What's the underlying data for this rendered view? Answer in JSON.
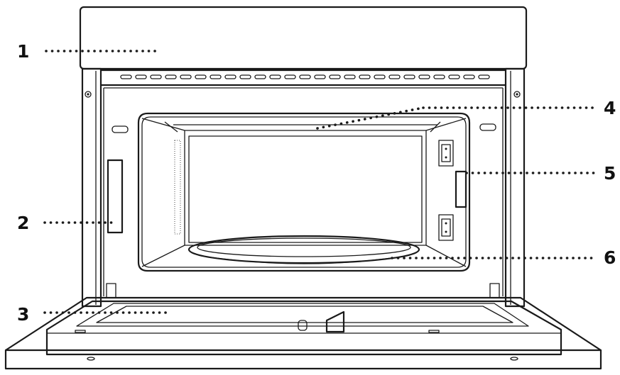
{
  "callouts": [
    {
      "number": "1",
      "part": "control-panel"
    },
    {
      "number": "2",
      "part": "door-latch"
    },
    {
      "number": "3",
      "part": "door"
    },
    {
      "number": "4",
      "part": "oven-cavity"
    },
    {
      "number": "5",
      "part": "waveguide-cover"
    },
    {
      "number": "6",
      "part": "turntable"
    }
  ],
  "colors": {
    "line": "#1a1a1a",
    "background": "#ffffff",
    "label": "#111111"
  }
}
